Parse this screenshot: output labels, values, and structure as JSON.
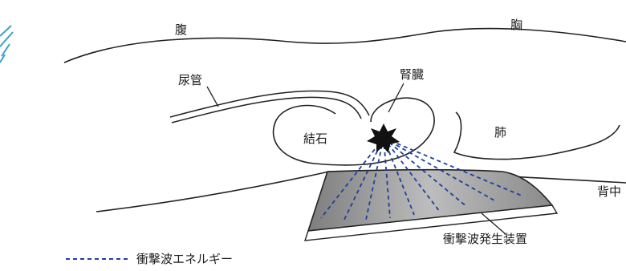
{
  "diagram": {
    "labels": {
      "abdomen": "腹",
      "chest": "胸",
      "ureter": "尿管",
      "kidney": "腎臓",
      "stone": "結石",
      "lung": "肺",
      "back": "背中",
      "device": "衝撃波発生装置"
    },
    "legend": {
      "wave_label": "衝撃波エネルギー"
    },
    "colors": {
      "line": "#222222",
      "wave": "#1e3f9e",
      "device_fill": "#9a9a9a",
      "background": "#ffffff"
    }
  }
}
